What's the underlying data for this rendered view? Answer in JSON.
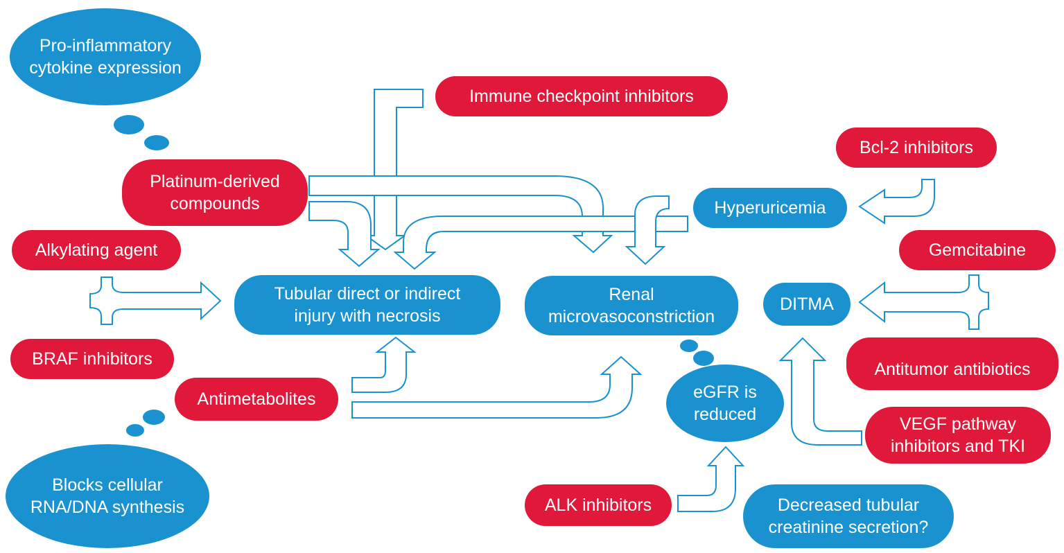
{
  "drugs": {
    "immune_checkpoint": "Immune checkpoint inhibitors",
    "bcl2": "Bcl-2 inhibitors",
    "platinum_line1": "Platinum-derived",
    "platinum_line2": "compounds",
    "alkylating": "Alkylating agent",
    "gemcitabine": "Gemcitabine",
    "braf": "BRAF inhibitors",
    "antitumor_antibiotics": "Antitumor antibiotics",
    "antimetabolites": "Antimetabolites",
    "vegf_line1": "VEGF pathway",
    "vegf_line2": "inhibitors and TKI",
    "alk": "ALK inhibitors"
  },
  "effects": {
    "proinflammatory_line1": "Pro-inflammatory",
    "proinflammatory_line2": "cytokine expression",
    "hyperuricemia": "Hyperuricemia",
    "tubular_line1": "Tubular direct or indirect",
    "tubular_line2": "injury with necrosis",
    "renal_line1": "Renal",
    "renal_line2": "microvasoconstriction",
    "ditma": "DITMA",
    "egfr_line1": "eGFR is",
    "egfr_line2": "reduced",
    "blocks_line1": "Blocks cellular",
    "blocks_line2": "RNA/DNA synthesis",
    "decreased_line1": "Decreased tubular",
    "decreased_line2": "creatinine secretion?"
  },
  "colors": {
    "drug": "#e0183a",
    "effect": "#1a92cf",
    "arrow_fill": "#ffffff",
    "arrow_stroke": "#1a92cf"
  }
}
